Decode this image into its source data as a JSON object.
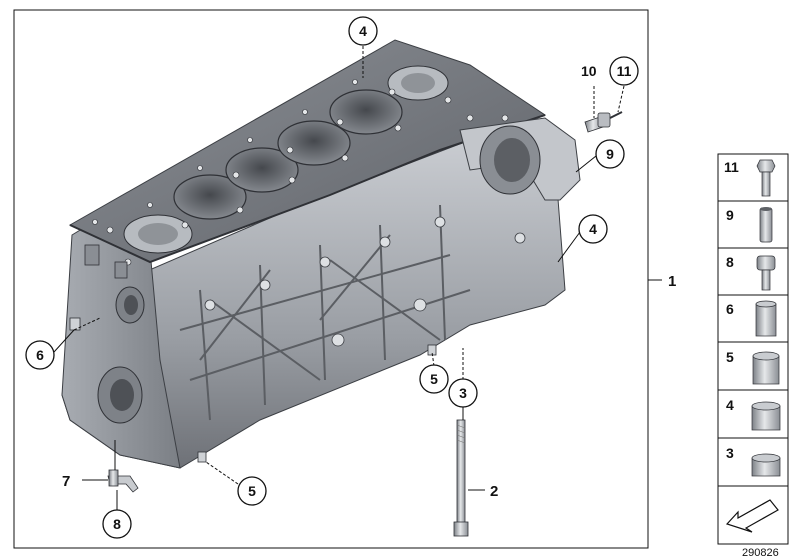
{
  "callouts": {
    "c1": "1",
    "c2": "2",
    "c3": "3",
    "c4_top": "4",
    "c4_right": "4",
    "c5_mid": "5",
    "c5_bottom": "5",
    "c6": "6",
    "c7": "7",
    "c8": "8",
    "c9": "9",
    "c10": "10",
    "c11": "11"
  },
  "legend": [
    "11",
    "9",
    "8",
    "6",
    "5",
    "4",
    "3"
  ],
  "reference_number": "290826",
  "colors": {
    "block_dark": "#6b6e74",
    "block_mid": "#9ea2a8",
    "block_light": "#d2d5d9",
    "line": "#111111"
  }
}
